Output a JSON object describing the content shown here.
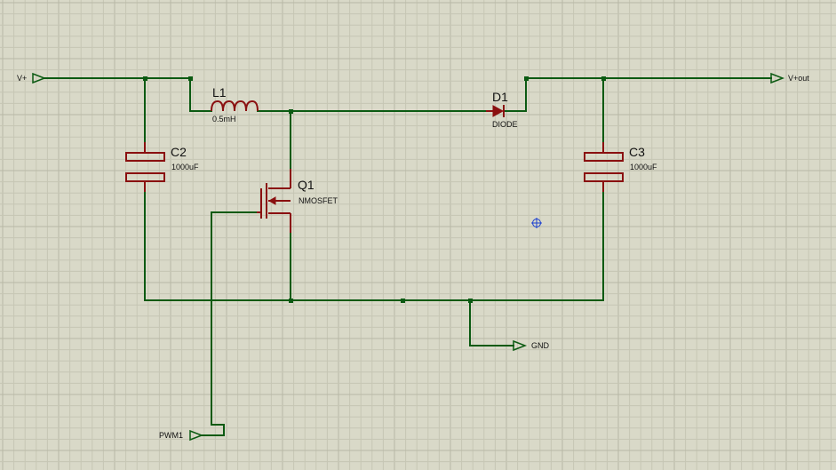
{
  "components": {
    "L1": {
      "ref": "L1",
      "value": "0.5mH"
    },
    "D1": {
      "ref": "D1",
      "value": "DIODE"
    },
    "C2": {
      "ref": "C2",
      "value": "1000uF"
    },
    "C3": {
      "ref": "C3",
      "value": "1000uF"
    },
    "Q1": {
      "ref": "Q1",
      "value": "NMOSFET"
    }
  },
  "terminals": {
    "vin": "V+",
    "vout": "V+out",
    "gnd": "GND",
    "pwm": "PWM1"
  },
  "colors": {
    "background": "#d9d9c8",
    "grid_minor": "#c6c6b4",
    "grid_major": "#b8b8a6",
    "wire": "#0b5a12",
    "component": "#8a1010",
    "cursor": "#1a3fd0"
  }
}
